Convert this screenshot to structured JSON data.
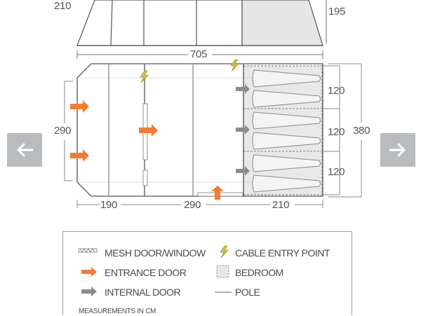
{
  "diagram": {
    "top_dims": {
      "left": "210",
      "right": "195"
    },
    "overall_length": "705",
    "width": "290",
    "height": "380",
    "bedroom_widths": [
      "120",
      "120",
      "120"
    ],
    "section_lengths": [
      "190",
      "290",
      "210"
    ]
  },
  "legend": {
    "mesh": "MESH DOOR/WINDOW",
    "cable": "CABLE ENTRY POINT",
    "entrance": "ENTRANCE DOOR",
    "bedroom": "BEDROOM",
    "internal": "INTERNAL DOOR",
    "pole": "POLE",
    "note": "MEASUREMENTS IN CM"
  },
  "colors": {
    "entrance_arrow": "#f47c30",
    "internal_arrow": "#8c8c8c",
    "bedroom_fill": "#e8e8e8",
    "cable_icon": "#d9c23a"
  },
  "nav": {
    "prev_icon": "arrow-left-icon",
    "next_icon": "arrow-right-icon"
  }
}
